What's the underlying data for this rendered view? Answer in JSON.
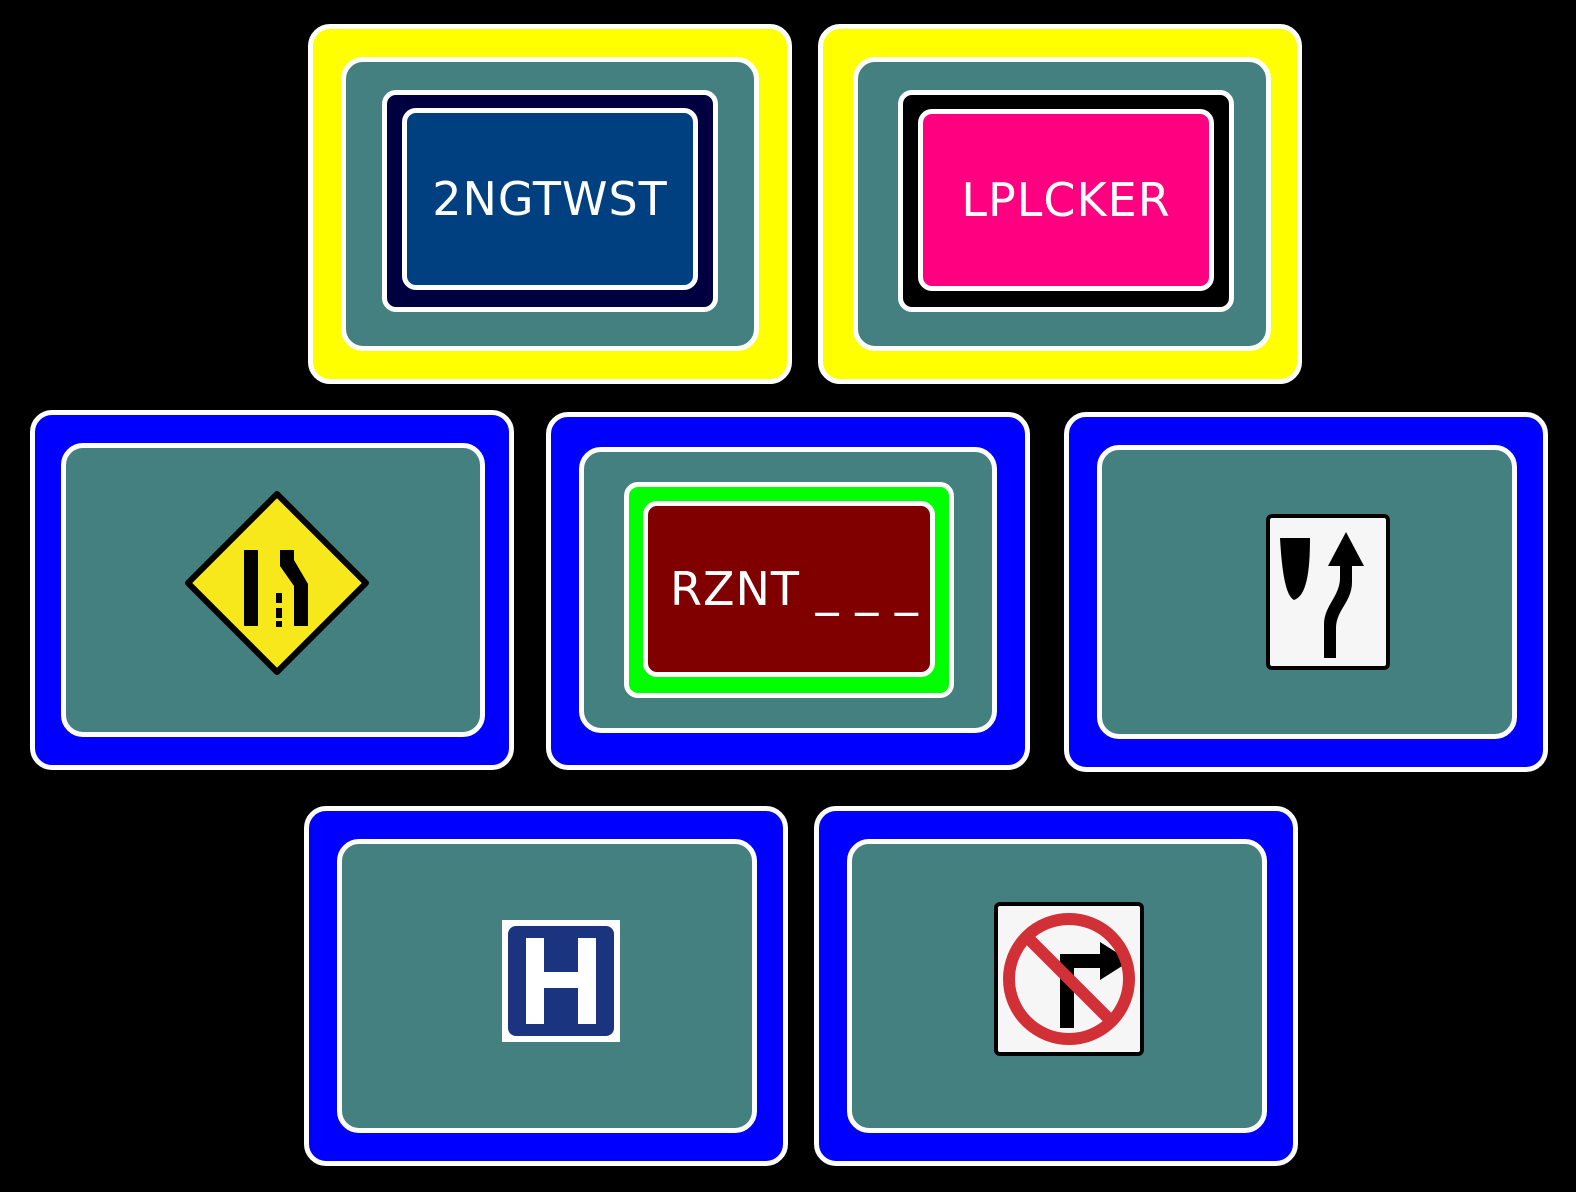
{
  "colors": {
    "background": "#000000",
    "tile_yellow": "#ffff00",
    "tile_blue": "#0000ff",
    "panel_teal": "#458080",
    "outline": "#ffffff",
    "frame_navy": "#000040",
    "frame_black": "#000000",
    "frame_green": "#00ff00",
    "card_blue": "#004080",
    "card_pink": "#ff0080",
    "card_maroon": "#800000"
  },
  "tiles": [
    {
      "id": "tile-1",
      "type": "text",
      "label": "2NGTWST"
    },
    {
      "id": "tile-2",
      "type": "text",
      "label": "LPLCKER"
    },
    {
      "id": "tile-3",
      "type": "icon",
      "icon": "lane-ends-merge-left-sign-icon"
    },
    {
      "id": "tile-4",
      "type": "text",
      "label": "RZNT _ _ _"
    },
    {
      "id": "tile-5",
      "type": "icon",
      "icon": "keep-right-sign-icon"
    },
    {
      "id": "tile-6",
      "type": "icon",
      "icon": "hospital-sign-icon"
    },
    {
      "id": "tile-7",
      "type": "icon",
      "icon": "no-right-turn-sign-icon"
    }
  ]
}
